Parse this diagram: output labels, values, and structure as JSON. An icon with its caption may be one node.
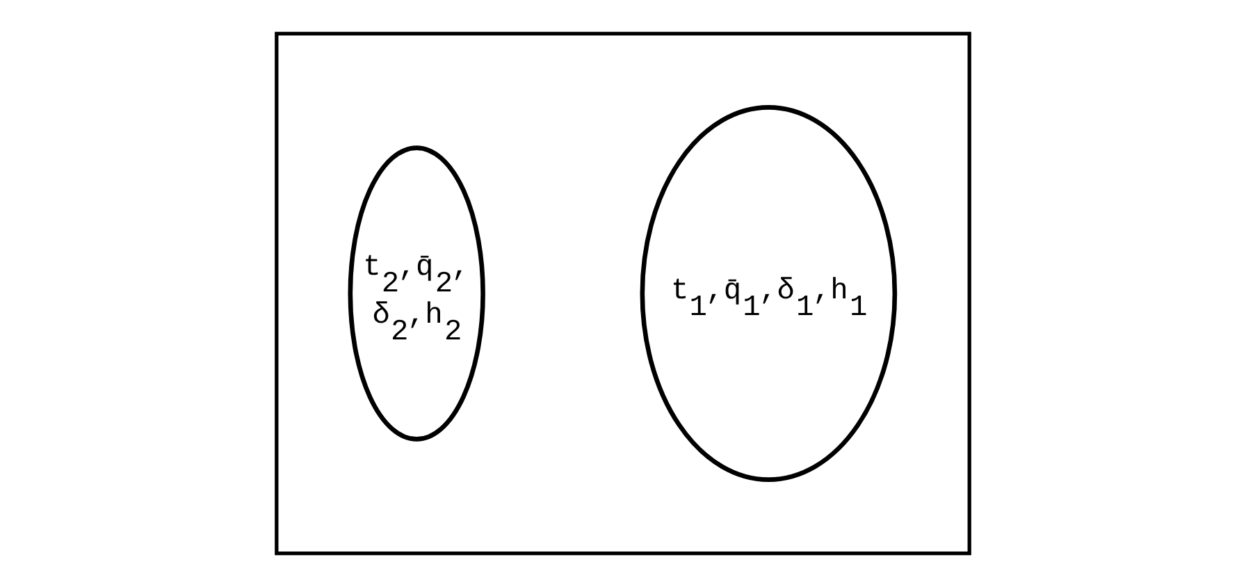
{
  "diagram": {
    "nodes": [
      {
        "text": [],
        "shape": "box"
      },
      {
        "text": [
          "t$_{1}$,q̄$_{1}$,δ$_{1}$,h$_{1}$"
        ],
        "in": 0
      },
      {
        "text": [
          "t$_{2}$,q̄$_{2}$, δ$_{2}$,h$_{2}$"
        ],
        "in": 0
      }
    ]
  }
}
